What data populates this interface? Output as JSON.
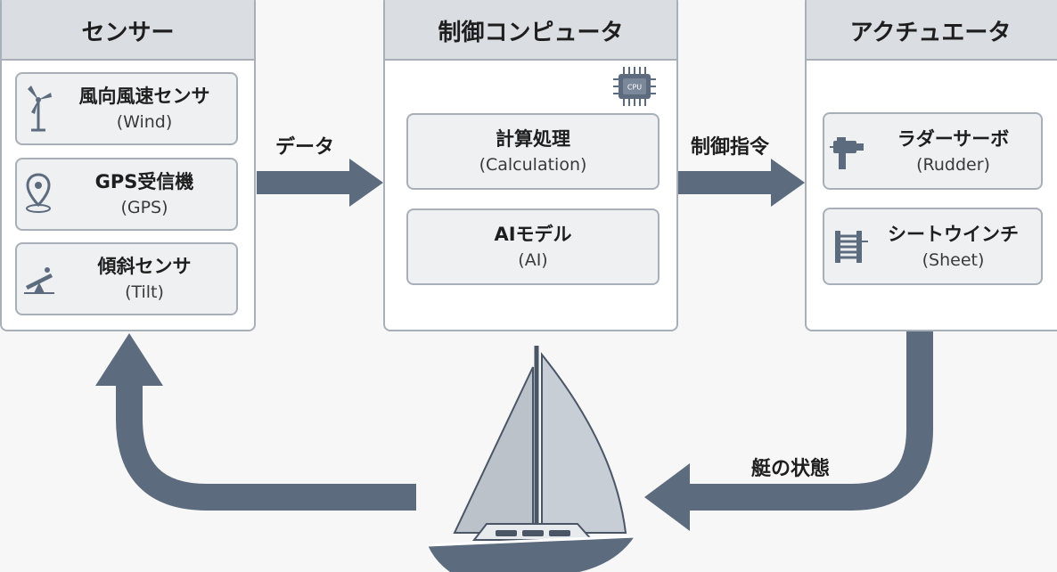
{
  "colors": {
    "arrow": "#5d6b7e",
    "panel_header": "#dadee3",
    "card": "#eef0f2",
    "border": "#a9afb8",
    "sail": "#bcc2ca",
    "hull": "#5d6b7e"
  },
  "sensors": {
    "title": "センサー",
    "items": [
      {
        "title": "風向風速センサ",
        "sub": "(Wind)",
        "icon": "wind-turbine-icon"
      },
      {
        "title": "GPS受信機",
        "sub": "(GPS)",
        "icon": "location-pin-icon"
      },
      {
        "title": "傾斜センサ",
        "sub": "(Tilt)",
        "icon": "tilt-icon"
      }
    ]
  },
  "computer": {
    "title": "制御コンピュータ",
    "chip_label": "CPU",
    "items": [
      {
        "title": "計算処理",
        "sub": "(Calculation)"
      },
      {
        "title": "AIモデル",
        "sub": "(AI)"
      }
    ]
  },
  "actuators": {
    "title": "アクチュエータ",
    "items": [
      {
        "title": "ラダーサーボ",
        "sub": "(Rudder)",
        "icon": "servo-icon"
      },
      {
        "title": "シートウインチ",
        "sub": "(Sheet)",
        "icon": "winch-icon"
      }
    ]
  },
  "flows": {
    "data": "データ",
    "command": "制御指令",
    "boat_state": "艇の状態"
  }
}
